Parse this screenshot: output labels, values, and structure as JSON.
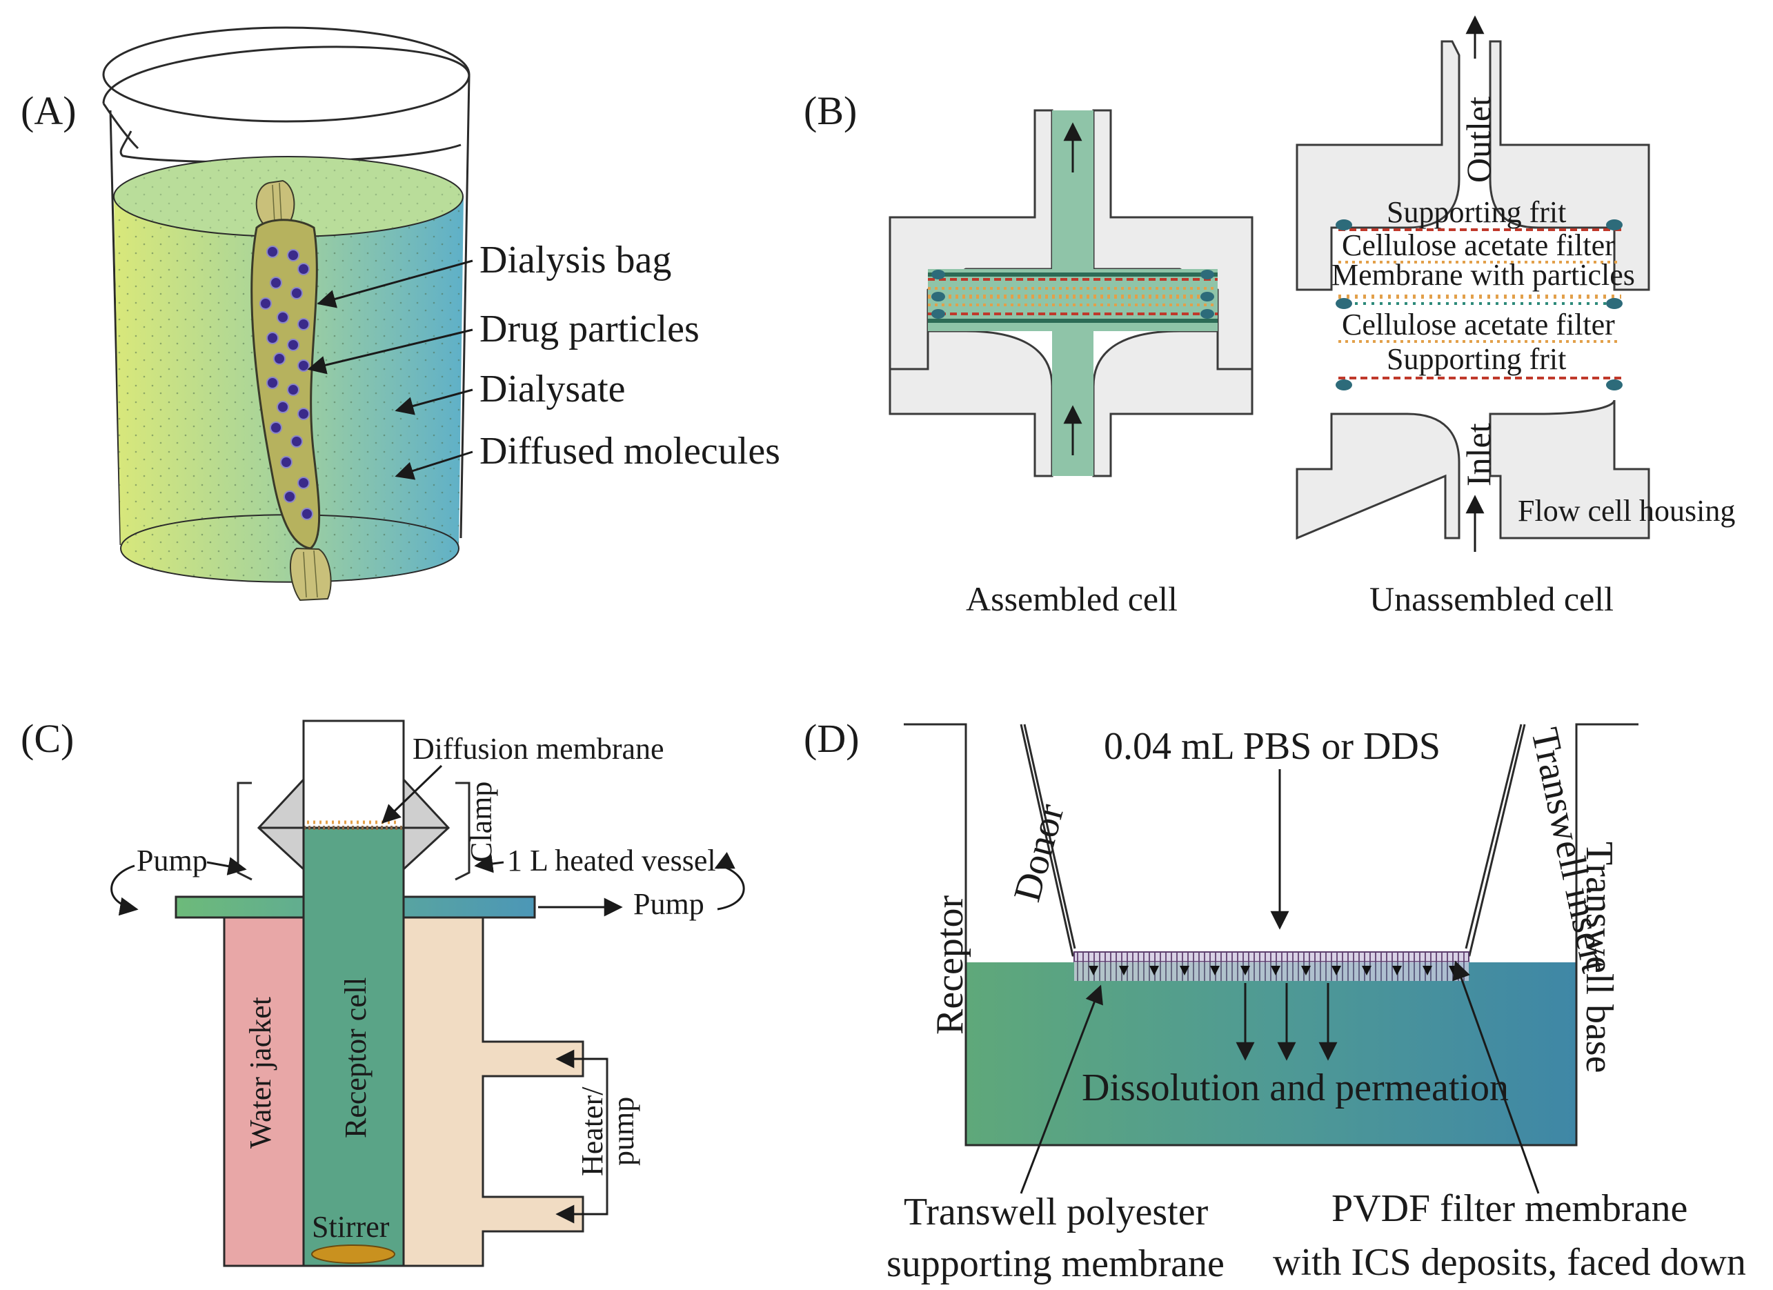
{
  "panels": {
    "a": {
      "label": "(A)",
      "dialysis_bag": "Dialysis bag",
      "drug_particles": "Drug particles",
      "dialysate": "Dialysate",
      "diffused_molecules": "Diffused molecules"
    },
    "b": {
      "label": "(B)",
      "assembled": "Assembled cell",
      "unassembled": "Unassembled cell",
      "outlet": "Outlet",
      "inlet": "Inlet",
      "supporting_frit_top": "Supporting frit",
      "cellulose_filter_top": "Cellulose acetate filter",
      "membrane_particles": "Membrane with particles",
      "cellulose_filter_bottom": "Cellulose acetate filter",
      "supporting_frit_bottom": "Supporting frit",
      "flow_cell_housing": "Flow cell housing"
    },
    "c": {
      "label": "(C)",
      "diffusion_membrane": "Diffusion membrane",
      "clamp": "Clamp",
      "pump_left": "Pump",
      "pump_right": "Pump",
      "heated_vessel": "1 L heated vessel",
      "water_jacket": "Water jacket",
      "receptor_cell": "Receptor cell",
      "heater_pump_1": "Heater/",
      "heater_pump_2": "pump",
      "stirrer": "Stirrer"
    },
    "d": {
      "label": "(D)",
      "pbs": "0.04 mL PBS or DDS",
      "donor": "Donor",
      "receptor": "Receptor",
      "transwell_insert": "Transwell insert",
      "transwell_base": "Transwell base",
      "dissolution": "Dissolution and permeation",
      "polyester_1": "Transwell polyester",
      "polyester_2": "supporting membrane",
      "pvdf_1": "PVDF filter membrane",
      "pvdf_2": "with ICS deposits, faced down"
    }
  },
  "colors": {
    "liquid_green": "#c8e07a",
    "liquid_blue": "#5fb0c8",
    "teal": "#5aa487",
    "membrane_red": "#c0392b",
    "particle_orange": "#e2a04a",
    "jacket_pink": "#e8a7a7",
    "jacket_cream": "#f1dcc3",
    "bag": "#b6b25e",
    "particle": "#3a2a8a"
  }
}
